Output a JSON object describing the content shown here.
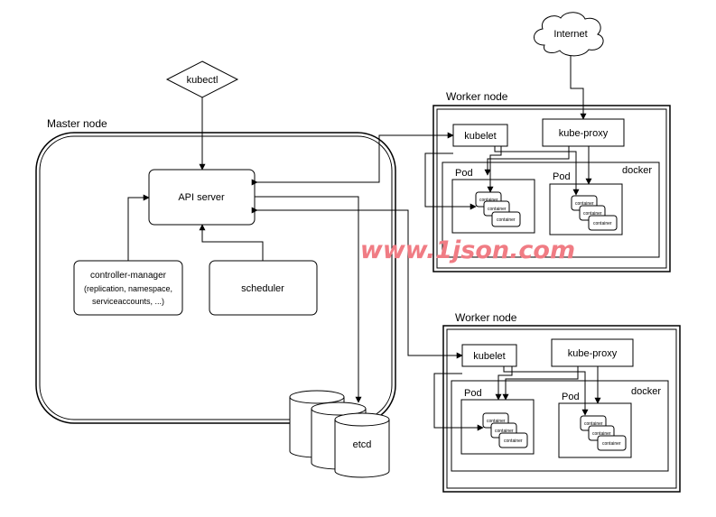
{
  "master": {
    "title": "Master node",
    "kubectl": "kubectl",
    "api_server": "API server",
    "controller_manager": {
      "line1": "controller-manager",
      "line2": "(replication, namespace,",
      "line3": "serviceaccounts, ...)"
    },
    "scheduler": "scheduler",
    "etcd": "etcd"
  },
  "internet": "Internet",
  "workers": [
    {
      "title": "Worker node",
      "kubelet": "kubelet",
      "kube_proxy": "kube-proxy",
      "docker": "docker",
      "pods": [
        {
          "label": "Pod",
          "container": "container"
        },
        {
          "label": "Pod",
          "container": "container"
        }
      ]
    },
    {
      "title": "Worker node",
      "kubelet": "kubelet",
      "kube_proxy": "kube-proxy",
      "docker": "docker",
      "pods": [
        {
          "label": "Pod",
          "container": "container"
        },
        {
          "label": "Pod",
          "container": "container"
        }
      ]
    }
  ],
  "watermark": "www.1json.com"
}
